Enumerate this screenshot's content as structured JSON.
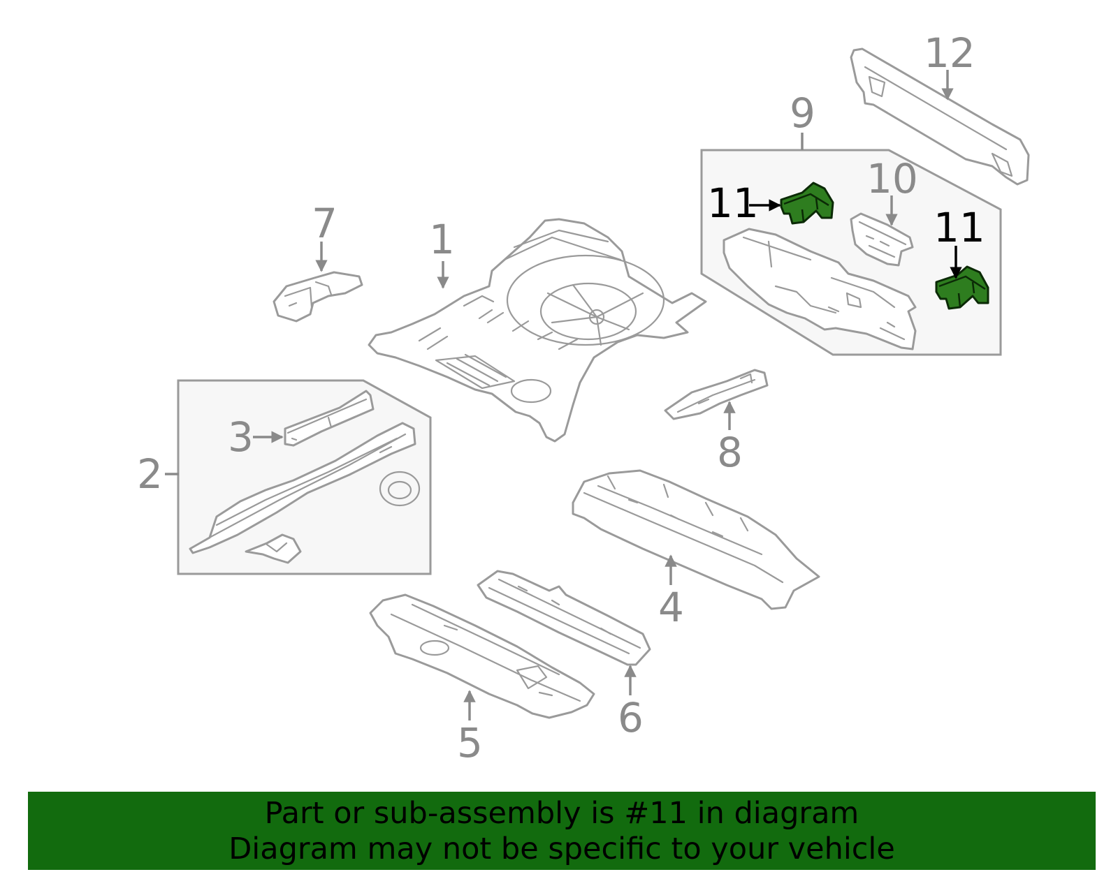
{
  "callouts": {
    "c1": "1",
    "c2": "2",
    "c3": "3",
    "c4": "4",
    "c5": "5",
    "c6": "6",
    "c7": "7",
    "c8": "8",
    "c9": "9",
    "c10": "10",
    "c11a": "11",
    "c11b": "11",
    "c12": "12"
  },
  "highlight": {
    "part_number": "11",
    "color": "#2e7d1f"
  },
  "banner": {
    "line1": "Part or sub-assembly is #11 in diagram",
    "line2": "Diagram may not be specific to your vehicle",
    "background": "#126b0e"
  }
}
